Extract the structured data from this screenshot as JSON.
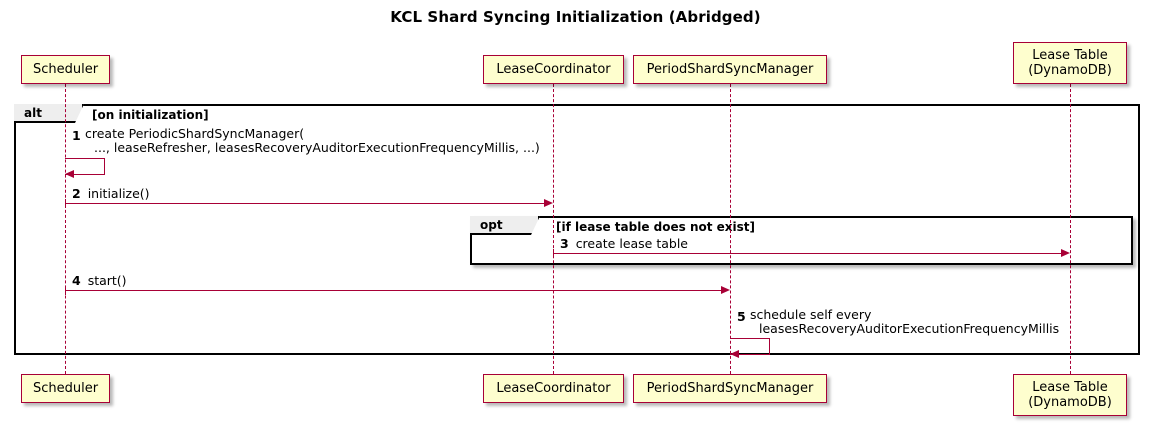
{
  "diagram": {
    "title": "KCL Shard Syncing Initialization (Abridged)",
    "type": "uml-sequence-diagram"
  },
  "participants": [
    {
      "id": "scheduler",
      "label": "Scheduler",
      "label_lines": [
        "Scheduler"
      ]
    },
    {
      "id": "leasecoord",
      "label": "LeaseCoordinator",
      "label_lines": [
        "LeaseCoordinator"
      ]
    },
    {
      "id": "psm",
      "label": "PeriodShardSyncManager",
      "label_lines": [
        "PeriodShardSyncManager"
      ]
    },
    {
      "id": "leasetable",
      "label": "Lease Table (DynamoDB)",
      "label_lines": [
        "Lease Table",
        "(DynamoDB)"
      ]
    }
  ],
  "fragments": [
    {
      "id": "alt",
      "operator": "alt",
      "guard": "[on initialization]"
    },
    {
      "id": "opt",
      "operator": "opt",
      "guard": "[if lease table does not exist]"
    }
  ],
  "messages": [
    {
      "number": "1",
      "from": "scheduler",
      "to": "scheduler",
      "self": true,
      "text_lines": [
        "create PeriodicShardSyncManager(",
        "..., leaseRefresher, leasesRecoveryAuditorExecutionFrequencyMillis, ...)"
      ]
    },
    {
      "number": "2",
      "from": "scheduler",
      "to": "leasecoord",
      "self": false,
      "text_lines": [
        "initialize()"
      ]
    },
    {
      "number": "3",
      "from": "leasecoord",
      "to": "leasetable",
      "self": false,
      "text_lines": [
        "create lease table"
      ]
    },
    {
      "number": "4",
      "from": "scheduler",
      "to": "psm",
      "self": false,
      "text_lines": [
        "start()"
      ]
    },
    {
      "number": "5",
      "from": "psm",
      "to": "psm",
      "self": true,
      "text_lines": [
        "schedule self every",
        "leasesRecoveryAuditorExecutionFrequencyMillis"
      ]
    }
  ],
  "colors": {
    "participant_fill": "#FEFECE",
    "participant_border": "#A80036",
    "arrow": "#A80036",
    "fragment_border": "#000000",
    "fragment_tab_fill": "#EEEEEE",
    "background": "#FFFFFF",
    "text": "#000000"
  }
}
